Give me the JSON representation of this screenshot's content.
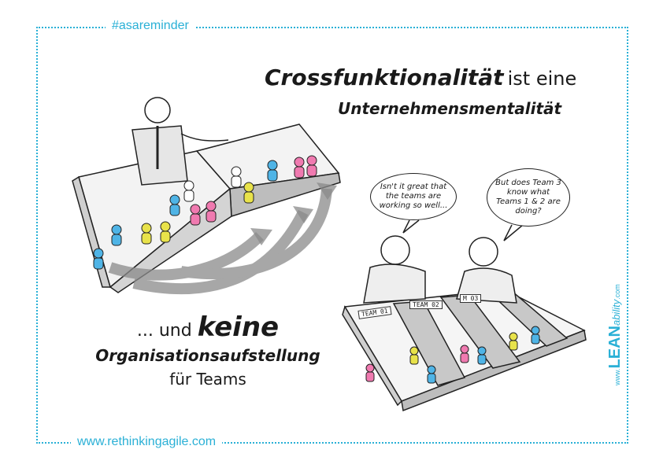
{
  "hashtag": "#asareminder",
  "footer_url": "www.rethinkingagile.com",
  "headline": {
    "strong": "Crossfunktionalität",
    "rest": "ist eine",
    "second_line": "Unternehmensmentalität"
  },
  "tagline": {
    "prefix": "... und",
    "keyword": "keine",
    "line2": "Organisationsaufstellung",
    "line3": "für Teams"
  },
  "speech": {
    "left": "Isn't it great that the teams are working so well...",
    "right": "But does Team 3 know what Teams 1 & 2 are doing?"
  },
  "team_labels": [
    "TEAM 01",
    "TEAM 02",
    "M 03"
  ],
  "logo": {
    "prefix": "www.",
    "brand": "LEAN",
    "suffix": "ability",
    "tld": ".com"
  },
  "colors": {
    "accent": "#2ab0d6",
    "figure_blue": "#4fb4e6",
    "figure_yellow": "#e8e24a",
    "figure_pink": "#f07ab0"
  }
}
